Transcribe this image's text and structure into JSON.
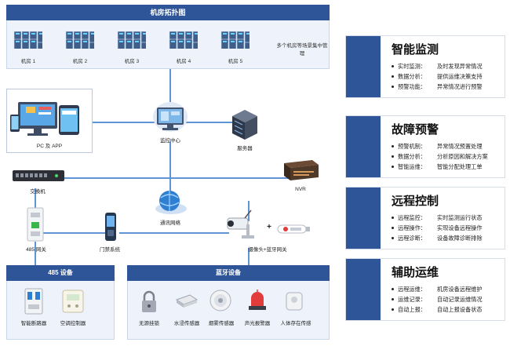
{
  "topology": {
    "title": "机房拓扑图",
    "rooms": [
      "机房 1",
      "机房 2",
      "机房 3",
      "机房 4",
      "机房 5"
    ],
    "multi_room": "多个机房等场景集中管理"
  },
  "devices": {
    "pc_app": "PC 及 APP",
    "monitor_center": "监控中心",
    "server": "服务器",
    "switch": "交换机",
    "nvr": "NVR",
    "network": "通讯网络",
    "gateway485": "485 网关",
    "access_control": "门禁系统",
    "camera_gateway": "摄像头+蓝牙网关",
    "plus": "+"
  },
  "panel485": {
    "title": "485 设备",
    "items": [
      "智能断路器",
      "空调控制器"
    ]
  },
  "panelBT": {
    "title": "蓝牙设备",
    "items": [
      "无源挂锁",
      "水浸传感器",
      "烟雾传感器",
      "声光报警器",
      "人体存在传感"
    ]
  },
  "cards": [
    {
      "title": "智能监测",
      "lines": [
        {
          "k": "实时监测：",
          "v": "及时发现异常情况"
        },
        {
          "k": "数据分析：",
          "v": "提供运维决策支持"
        },
        {
          "k": "预警功能：",
          "v": "异常情况进行预警"
        }
      ]
    },
    {
      "title": "故障预警",
      "lines": [
        {
          "k": "预警机制：",
          "v": "异常情况预置处理"
        },
        {
          "k": "数据分析：",
          "v": "分析原因和解决方案"
        },
        {
          "k": "智能运维：",
          "v": "智能分配处理工单"
        }
      ]
    },
    {
      "title": "远程控制",
      "lines": [
        {
          "k": "远程监控：",
          "v": "实时监测运行状态"
        },
        {
          "k": "远程操作：",
          "v": "实现设备远程操作"
        },
        {
          "k": "远程诊断：",
          "v": "设备故障诊断排除"
        }
      ]
    },
    {
      "title": "辅助运维",
      "lines": [
        {
          "k": "远程运维：",
          "v": "机房设备远程维护"
        },
        {
          "k": "运维记录：",
          "v": "自动记录运维情况"
        },
        {
          "k": "自动上报：",
          "v": "自动上报设备状态"
        }
      ]
    }
  ],
  "colors": {
    "brand_blue": "#2e5597",
    "line_blue": "#5f95d6",
    "panel_bg": "#eef3fb"
  }
}
